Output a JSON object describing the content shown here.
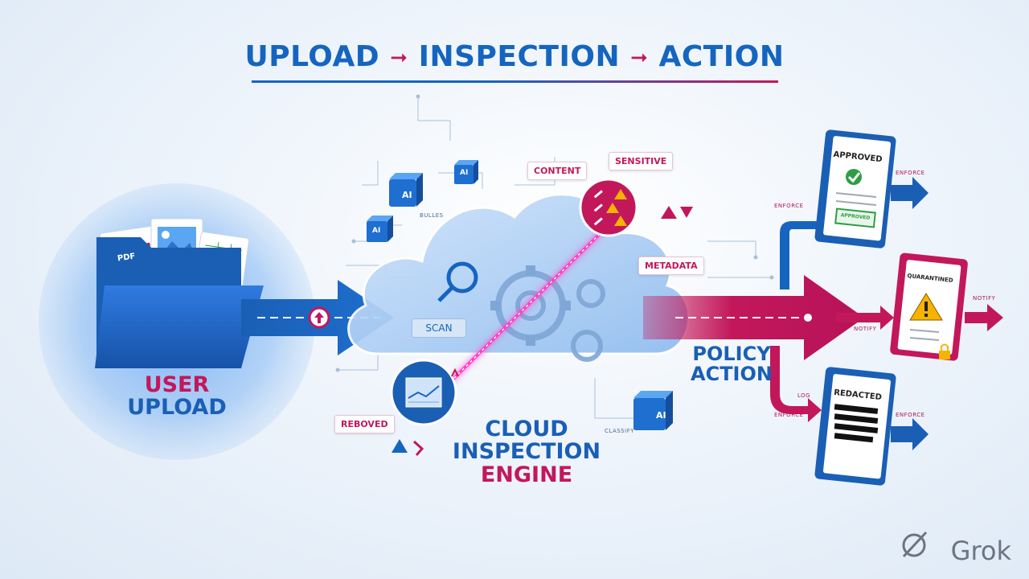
{
  "title": {
    "part1": "UPLOAD",
    "arrow1": "➞",
    "part2": "INSPECTION",
    "arrow2": "➞",
    "part3": "ACTION"
  },
  "upload": {
    "line1": "USER",
    "line2": "UPLOAD",
    "doc_pdf": "PDF"
  },
  "engine": {
    "line1": "CLOUD",
    "line2": "INSPECTION",
    "line3": "ENGINE",
    "scan": "SCAN"
  },
  "policy": {
    "line1": "POLICY",
    "line2": "ACTION"
  },
  "chips": {
    "content": "CONTENT",
    "sensitive": "SENSITIVE",
    "metadata": "METADATA",
    "removed": "REBOVED"
  },
  "small_labels": {
    "rules": "BULLES",
    "classify": "CLASSIFY",
    "enforce_top_in": "ENFORCE",
    "enforce_top_out": "ENFORCE",
    "notify_in": "NOTIFY",
    "notify_out": "NOTIFY",
    "log": "LOG",
    "enforce_bottom_in": "ENFORCE",
    "enforce_bottom_out": "ENFORCE"
  },
  "ai_cubes": {
    "label": "AI"
  },
  "outcomes": {
    "approved": "APPROVED",
    "approved_stamp": "APPROVED",
    "quarantined": "QUARANTINED",
    "redacted": "REDACTED"
  },
  "watermark": {
    "text": "Grok"
  },
  "colors": {
    "blue": "#1565c0",
    "blue_light": "#2f80e3",
    "magenta": "#c2185b",
    "green": "#2e9e44",
    "warning": "#f5b400"
  }
}
